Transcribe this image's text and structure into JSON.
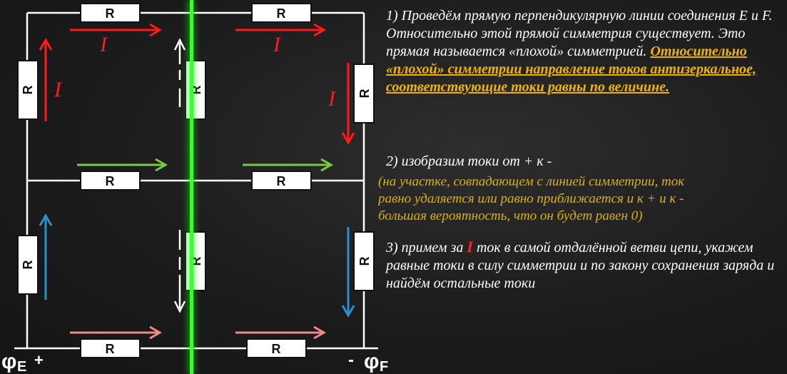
{
  "circuit": {
    "resistor_label": "R",
    "current_label": "I",
    "phi_left": "φ",
    "phi_left_sub": "E",
    "phi_left_sign": "+",
    "phi_right_sign": "-",
    "phi_right": "φ",
    "phi_right_sub": "F",
    "colors": {
      "wire": "#ffffff",
      "resistor_fill": "#ffffff",
      "resistor_text": "#111111",
      "red_arrow": "#ff1a1a",
      "green_arrow": "#7ac943",
      "blue_arrow": "#2a8fd0",
      "pink_arrow": "#f08a8a",
      "symmetry_line": "#22e020"
    }
  },
  "text": {
    "p1_plain": "1) Проведём прямую перпендикулярную линии соединения E и F. Относительно этой прямой симметрия существует. Это прямая называется «плохой» симметрией. ",
    "p1_underlined": "Относительно «плохой» симметрии направление  токов антизеркальное, соответствующие токи равны по величине.",
    "p2": "2) изобразим токи от + к  -",
    "p2_note_line1": "(на участке, совпадающем с линией симметрии, ток",
    "p2_note_line2": "равно удаляется или равно приближается и к + и к -",
    "p2_note_line3": "большая вероятность, что он будет равен 0)",
    "p3_start": "3) примем за ",
    "p3_I": "I",
    "p3_rest": " ток в самой отдалённой ветви цепи, укажем равные токи в силу симметрии и по закону сохранения заряда и найдём остальные токи"
  }
}
